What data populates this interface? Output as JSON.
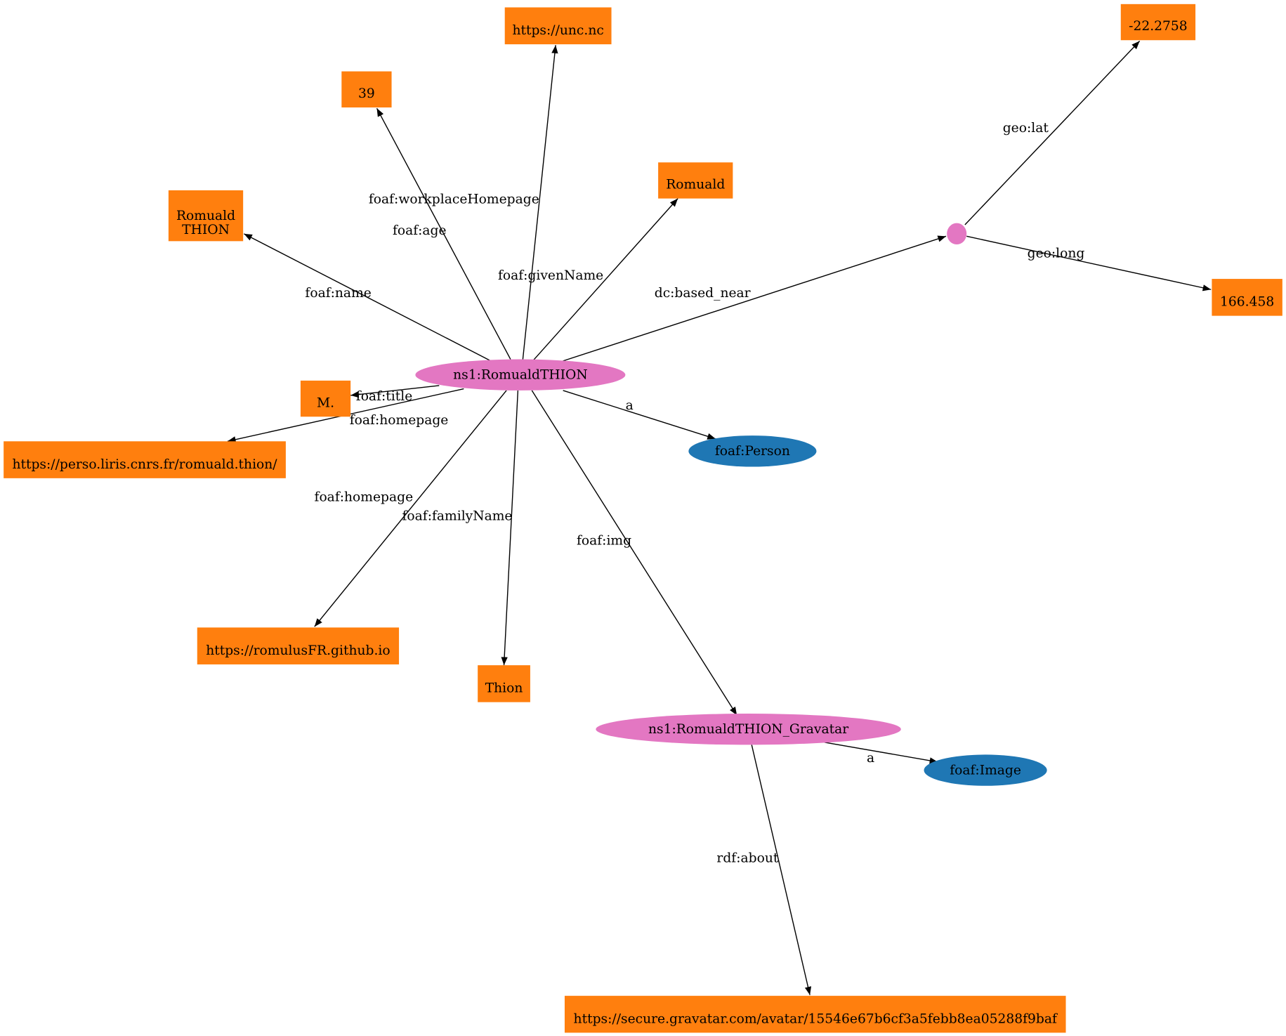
{
  "graph": {
    "colors": {
      "resource": "#e377c2",
      "literal": "#ff7f0e",
      "class": "#1f77b4",
      "edge": "#000000"
    },
    "nodes": [
      {
        "id": "romuald",
        "label": "ns1:RomualdTHION",
        "kind": "resource"
      },
      {
        "id": "bnode",
        "label": "",
        "kind": "blank"
      },
      {
        "id": "lat",
        "label": "-22.2758",
        "kind": "literal"
      },
      {
        "id": "long",
        "label": "166.458",
        "kind": "literal"
      },
      {
        "id": "unc",
        "label": "https://unc.nc",
        "kind": "literal"
      },
      {
        "id": "age",
        "label": "39",
        "kind": "literal"
      },
      {
        "id": "given",
        "label": "Romuald",
        "kind": "literal"
      },
      {
        "id": "fullname",
        "label": "Romuald\nTHION",
        "kind": "literal"
      },
      {
        "id": "title",
        "label": "M.",
        "kind": "literal"
      },
      {
        "id": "liris",
        "label": "https://perso.liris.cnrs.fr/romuald.thion/",
        "kind": "literal"
      },
      {
        "id": "github",
        "label": "https://romulusFR.github.io",
        "kind": "literal"
      },
      {
        "id": "thion",
        "label": "Thion",
        "kind": "literal"
      },
      {
        "id": "person",
        "label": "foaf:Person",
        "kind": "class"
      },
      {
        "id": "gravatar",
        "label": "ns1:RomualdTHION_Gravatar",
        "kind": "resource"
      },
      {
        "id": "image",
        "label": "foaf:Image",
        "kind": "class"
      },
      {
        "id": "gravurl",
        "label": "https://secure.gravatar.com/avatar/15546e67b6cf3a5febb8ea05288f9baf",
        "kind": "literal"
      }
    ],
    "edges": [
      {
        "from": "romuald",
        "to": "unc",
        "label": "foaf:workplaceHomepage"
      },
      {
        "from": "romuald",
        "to": "age",
        "label": "foaf:age"
      },
      {
        "from": "romuald",
        "to": "given",
        "label": "foaf:givenName"
      },
      {
        "from": "romuald",
        "to": "fullname",
        "label": "foaf:name"
      },
      {
        "from": "romuald",
        "to": "bnode",
        "label": "dc:based_near"
      },
      {
        "from": "bnode",
        "to": "lat",
        "label": "geo:lat"
      },
      {
        "from": "bnode",
        "to": "long",
        "label": "geo:long"
      },
      {
        "from": "romuald",
        "to": "title",
        "label": "foaf:title"
      },
      {
        "from": "romuald",
        "to": "liris",
        "label": "foaf:homepage"
      },
      {
        "from": "romuald",
        "to": "person",
        "label": "a"
      },
      {
        "from": "romuald",
        "to": "github",
        "label": "foaf:homepage"
      },
      {
        "from": "romuald",
        "to": "thion",
        "label": "foaf:familyName"
      },
      {
        "from": "romuald",
        "to": "gravatar",
        "label": "foaf:img"
      },
      {
        "from": "gravatar",
        "to": "image",
        "label": "a"
      },
      {
        "from": "gravatar",
        "to": "gravurl",
        "label": "rdf:about"
      }
    ]
  }
}
